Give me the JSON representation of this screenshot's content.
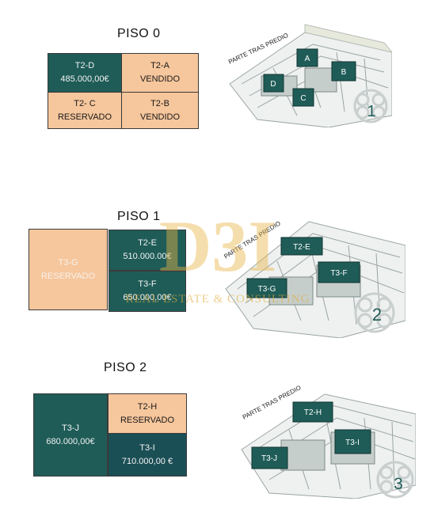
{
  "floors": [
    {
      "title": "PISO 0",
      "units": [
        {
          "code": "T2-D",
          "status": "485.000,00€"
        },
        {
          "code": "T2-A",
          "status": "VENDIDO"
        },
        {
          "code": "T2- C",
          "status": "RESERVADO"
        },
        {
          "code": "T2-B",
          "status": "VENDIDO"
        }
      ],
      "plan": {
        "label": "PARTE TRAS PREDIO",
        "tags": [
          "A",
          "B",
          "C",
          "D"
        ],
        "number": "1"
      }
    },
    {
      "title": "PISO 1",
      "units": [
        {
          "code": "T3-G",
          "status": "RESERVADO"
        },
        {
          "code": "T2-E",
          "status": "510.000.00€"
        },
        {
          "code": "T3-F",
          "status": "650.000,00€"
        }
      ],
      "plan": {
        "label": "PARTE TRAS PREDIO",
        "tags": [
          "T2-E",
          "T3-F",
          "T3-G"
        ],
        "number": "2"
      }
    },
    {
      "title": "PISO 2",
      "units": [
        {
          "code": "T3-J",
          "status": "680.000,00€"
        },
        {
          "code": "T2-H",
          "status": "RESERVADO"
        },
        {
          "code": "T3-I",
          "status": "710.000,00 €"
        }
      ],
      "plan": {
        "label": "PARTE TRAS PREDIO",
        "tags": [
          "T2-H",
          "T3-I",
          "T3-J"
        ],
        "number": "3"
      }
    }
  ],
  "watermark": {
    "brand": "D3I",
    "tagline": "REAL ESTATE & CONSULTING"
  },
  "colors": {
    "available": "#1f5c57",
    "sold_reserved": "#f6c69c",
    "plan_line": "#9aa5a3"
  }
}
